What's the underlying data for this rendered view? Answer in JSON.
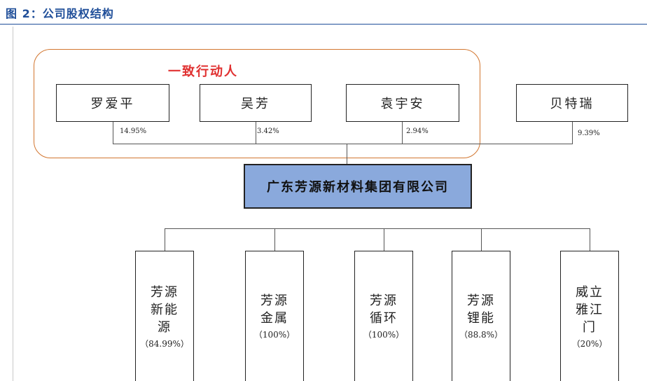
{
  "figure_title": "图 2：公司股权结构",
  "concert_group_label": "一致行动人",
  "shareholders": [
    {
      "name": "罗爱平",
      "pct": "14.95%"
    },
    {
      "name": "吴芳",
      "pct": "3.42%"
    },
    {
      "name": "袁宇安",
      "pct": "2.94%"
    },
    {
      "name": "贝特瑞",
      "pct": "9.39%"
    }
  ],
  "company": "广东芳源新材料集团有限公司",
  "subsidiaries": [
    {
      "name": "芳源\n新能\n源",
      "pct": "（84.99%）"
    },
    {
      "name": "芳源\n金属",
      "pct": "（100%）"
    },
    {
      "name": "芳源\n循环",
      "pct": "（100%）"
    },
    {
      "name": "芳源\n锂能",
      "pct": "（88.8%）"
    },
    {
      "name": "威立\n雅江\n门",
      "pct": "（20%）"
    }
  ]
}
